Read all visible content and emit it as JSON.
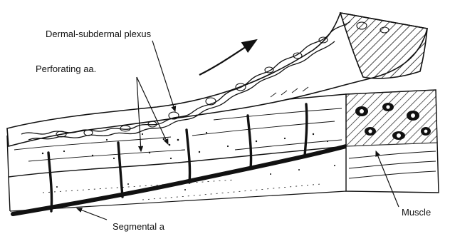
{
  "figure": {
    "labels": {
      "dermal_plexus": "Dermal-subdermal plexus",
      "perforating": "Perforating aa.",
      "muscle": "Muscle",
      "segmental": "Segmental a"
    }
  },
  "colors": {
    "ink": "#111111",
    "paper": "#ffffff"
  }
}
